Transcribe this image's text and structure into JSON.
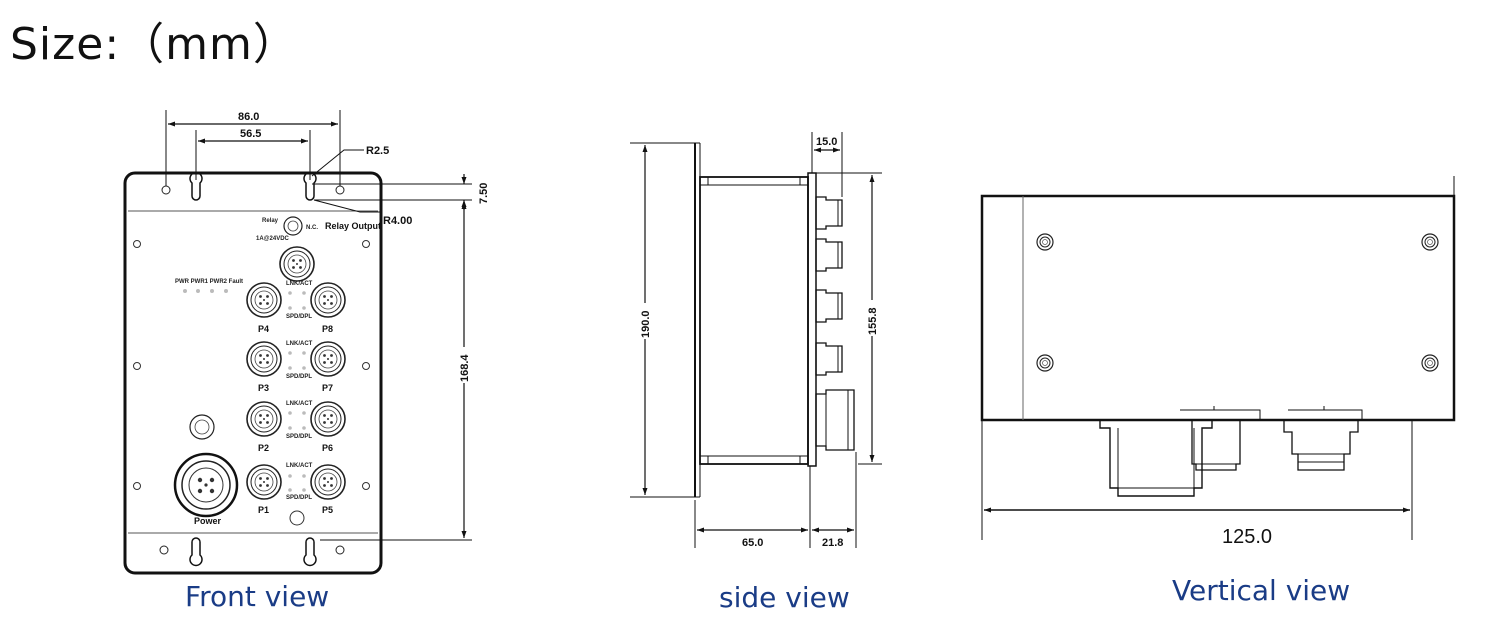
{
  "title": "Size:（mm）",
  "views": {
    "front": "Front view",
    "side": "side view",
    "vertical": "Vertical view"
  },
  "dimensions": {
    "front_width": "86.0",
    "front_hole_spacing": "56.5",
    "front_r1": "R2.5",
    "front_r2": "R4.00",
    "front_top_offset": "7.50",
    "front_hole_height": "168.4",
    "side_height": "190.0",
    "side_flange": "15.0",
    "side_connector_span": "155.8",
    "side_depth": "65.0",
    "side_connector_depth": "21.8",
    "vertical_width": "125.0"
  },
  "front_labels": {
    "relay_output": "Relay Output",
    "relay_top": "Relay",
    "relay_sub": "1A@24VDC",
    "relay_nc": "N.C.",
    "leds": "PWR PWR1 PWR2 Fault",
    "link_act": "LNK/ACT",
    "spd": "SPD/DPL",
    "p1": "P1",
    "p2": "P2",
    "p3": "P3",
    "p4": "P4",
    "p5": "P5",
    "p6": "P6",
    "p7": "P7",
    "p8": "P8",
    "power": "Power"
  },
  "colors": {
    "label_blue": "#1a3c86",
    "line": "#111111"
  }
}
